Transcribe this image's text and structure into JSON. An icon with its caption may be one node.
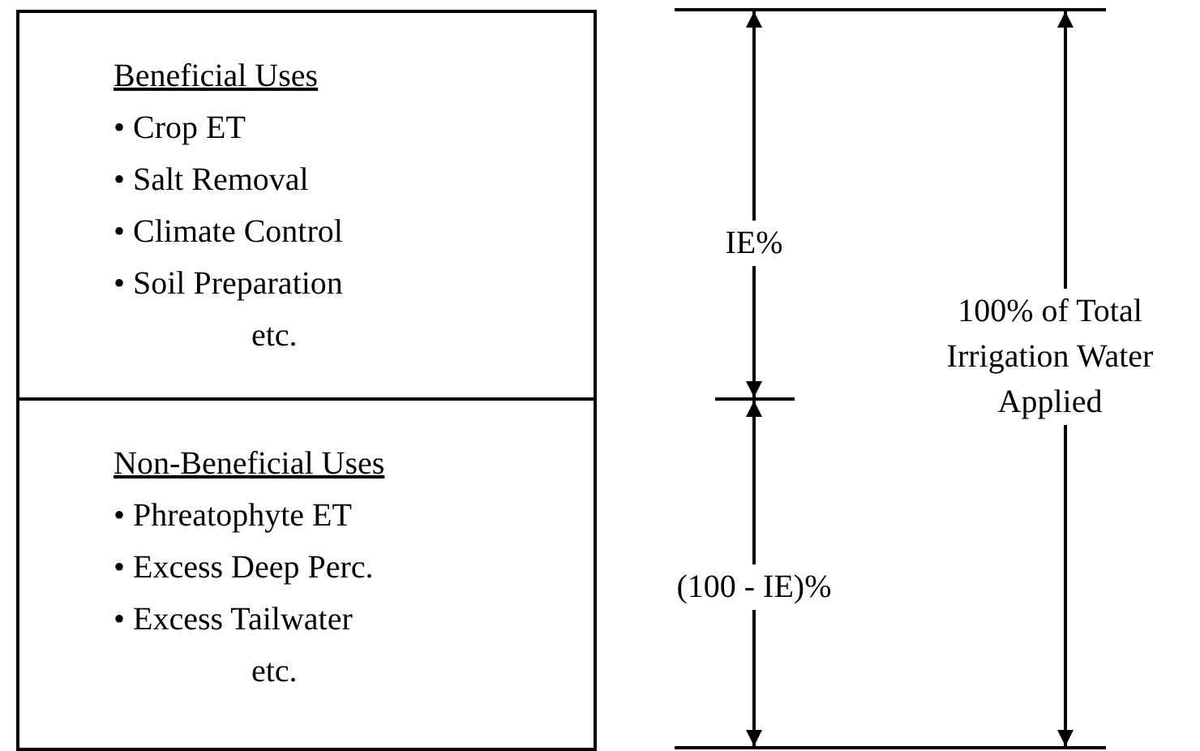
{
  "diagram": {
    "nodes": [
      {
        "text": [
          "Beneficial Uses",
          "• Crop ET",
          "• Salt Removal",
          "• Climate Control",
          "• Soil Preparation",
          "etc."
        ]
      },
      {
        "text": [
          "Non-Beneficial Uses",
          "• Phreatophyte ET",
          "• Excess Deep Perc.",
          "• Excess Tailwater",
          "etc."
        ]
      }
    ],
    "edges": [],
    "labels": [
      "IE%",
      "(100 - IE)%",
      "100% of Total Irrigation Water Applied"
    ]
  }
}
